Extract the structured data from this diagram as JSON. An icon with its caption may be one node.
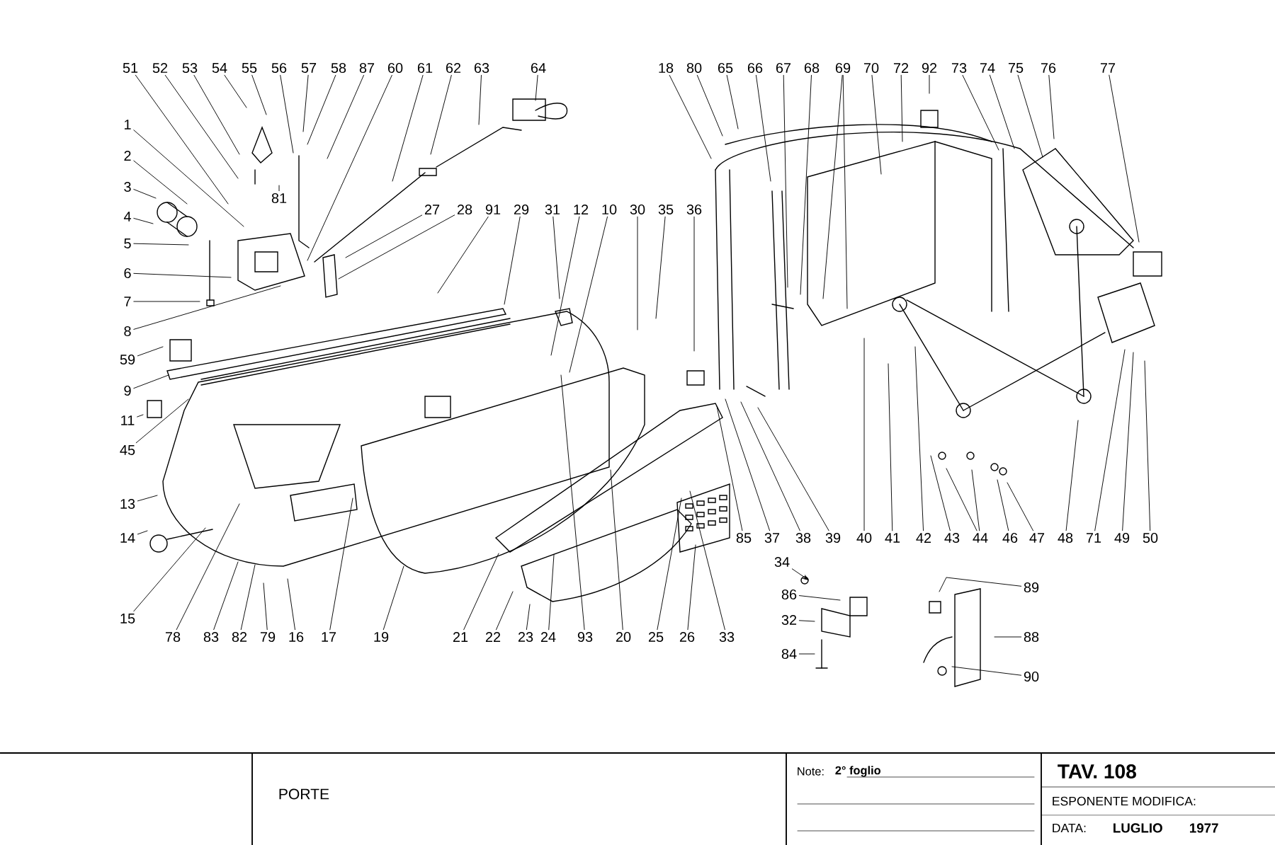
{
  "diagram": {
    "nodes": [
      {
        "text": [
          "51"
        ]
      },
      {
        "text": [
          "52"
        ]
      },
      {
        "text": [
          "53"
        ]
      },
      {
        "text": [
          "54"
        ]
      },
      {
        "text": [
          "55"
        ]
      },
      {
        "text": [
          "56"
        ]
      },
      {
        "text": [
          "57"
        ]
      },
      {
        "text": [
          "58"
        ]
      },
      {
        "text": [
          "87"
        ]
      },
      {
        "text": [
          "60"
        ]
      },
      {
        "text": [
          "61"
        ]
      },
      {
        "text": [
          "62"
        ]
      },
      {
        "text": [
          "63"
        ]
      },
      {
        "text": [
          "64"
        ]
      },
      {
        "text": [
          "81"
        ]
      },
      {
        "text": [
          "1"
        ]
      },
      {
        "text": [
          "2"
        ]
      },
      {
        "text": [
          "3"
        ]
      },
      {
        "text": [
          "4"
        ]
      },
      {
        "text": [
          "5"
        ]
      },
      {
        "text": [
          "6"
        ]
      },
      {
        "text": [
          "7"
        ]
      },
      {
        "text": [
          "8"
        ]
      },
      {
        "text": [
          "59"
        ]
      },
      {
        "text": [
          "9"
        ]
      },
      {
        "text": [
          "11"
        ]
      },
      {
        "text": [
          "45"
        ]
      },
      {
        "text": [
          "13"
        ]
      },
      {
        "text": [
          "14"
        ]
      },
      {
        "text": [
          "15"
        ]
      },
      {
        "text": [
          "27"
        ]
      },
      {
        "text": [
          "28"
        ]
      },
      {
        "text": [
          "91"
        ]
      },
      {
        "text": [
          "29"
        ]
      },
      {
        "text": [
          "31"
        ]
      },
      {
        "text": [
          "12"
        ]
      },
      {
        "text": [
          "10"
        ]
      },
      {
        "text": [
          "30"
        ]
      },
      {
        "text": [
          "35"
        ]
      },
      {
        "text": [
          "36"
        ]
      },
      {
        "text": [
          "18"
        ]
      },
      {
        "text": [
          "80"
        ]
      },
      {
        "text": [
          "65"
        ]
      },
      {
        "text": [
          "66"
        ]
      },
      {
        "text": [
          "67"
        ]
      },
      {
        "text": [
          "68"
        ]
      },
      {
        "text": [
          "69"
        ]
      },
      {
        "text": [
          "70"
        ]
      },
      {
        "text": [
          "72"
        ]
      },
      {
        "text": [
          "92"
        ]
      },
      {
        "text": [
          "73"
        ]
      },
      {
        "text": [
          "74"
        ]
      },
      {
        "text": [
          "75"
        ]
      },
      {
        "text": [
          "76"
        ]
      },
      {
        "text": [
          "77"
        ]
      },
      {
        "text": [
          "78"
        ]
      },
      {
        "text": [
          "83"
        ]
      },
      {
        "text": [
          "82"
        ]
      },
      {
        "text": [
          "79"
        ]
      },
      {
        "text": [
          "16"
        ]
      },
      {
        "text": [
          "17"
        ]
      },
      {
        "text": [
          "19"
        ]
      },
      {
        "text": [
          "21"
        ]
      },
      {
        "text": [
          "22"
        ]
      },
      {
        "text": [
          "23"
        ]
      },
      {
        "text": [
          "24"
        ]
      },
      {
        "text": [
          "93"
        ]
      },
      {
        "text": [
          "20"
        ]
      },
      {
        "text": [
          "25"
        ]
      },
      {
        "text": [
          "26"
        ]
      },
      {
        "text": [
          "33"
        ]
      },
      {
        "text": [
          "85"
        ]
      },
      {
        "text": [
          "37"
        ]
      },
      {
        "text": [
          "38"
        ]
      },
      {
        "text": [
          "39"
        ]
      },
      {
        "text": [
          "40"
        ]
      },
      {
        "text": [
          "41"
        ]
      },
      {
        "text": [
          "42"
        ]
      },
      {
        "text": [
          "43"
        ]
      },
      {
        "text": [
          "44"
        ]
      },
      {
        "text": [
          "46"
        ]
      },
      {
        "text": [
          "47"
        ]
      },
      {
        "text": [
          "48"
        ]
      },
      {
        "text": [
          "71"
        ]
      },
      {
        "text": [
          "49"
        ]
      },
      {
        "text": [
          "50"
        ]
      },
      {
        "text": [
          "34"
        ]
      },
      {
        "text": [
          "86"
        ]
      },
      {
        "text": [
          "32"
        ]
      },
      {
        "text": [
          "84"
        ]
      },
      {
        "text": [
          "89"
        ]
      },
      {
        "text": [
          "88"
        ]
      },
      {
        "text": [
          "90"
        ]
      }
    ],
    "edges": [
      {
        "from": 0,
        "to": null,
        "arrow": "none"
      },
      {
        "from": 1,
        "to": null,
        "arrow": "none"
      },
      {
        "from": 2,
        "to": null,
        "arrow": "none"
      },
      {
        "from": 3,
        "to": null,
        "arrow": "none"
      },
      {
        "from": 4,
        "to": null,
        "arrow": "none"
      },
      {
        "from": 5,
        "to": null,
        "arrow": "none"
      },
      {
        "from": 6,
        "to": null,
        "arrow": "none"
      },
      {
        "from": 7,
        "to": null,
        "arrow": "none"
      },
      {
        "from": 8,
        "to": null,
        "arrow": "none"
      },
      {
        "from": 9,
        "to": null,
        "arrow": "none"
      },
      {
        "from": 10,
        "to": null,
        "arrow": "none"
      },
      {
        "from": 11,
        "to": null,
        "arrow": "none"
      },
      {
        "from": 12,
        "to": null,
        "arrow": "none"
      },
      {
        "from": 13,
        "to": null,
        "arrow": "none"
      },
      {
        "from": 14,
        "to": null,
        "arrow": "none"
      },
      {
        "from": 15,
        "to": null,
        "arrow": "none"
      },
      {
        "from": 16,
        "to": null,
        "arrow": "none"
      },
      {
        "from": 17,
        "to": null,
        "arrow": "none"
      },
      {
        "from": 18,
        "to": null,
        "arrow": "none"
      },
      {
        "from": 19,
        "to": null,
        "arrow": "none"
      },
      {
        "from": 20,
        "to": null,
        "arrow": "none"
      },
      {
        "from": 21,
        "to": null,
        "arrow": "none"
      },
      {
        "from": 22,
        "to": null,
        "arrow": "none"
      },
      {
        "from": 23,
        "to": null,
        "arrow": "none"
      },
      {
        "from": 24,
        "to": null,
        "arrow": "none"
      },
      {
        "from": 25,
        "to": null,
        "arrow": "none"
      },
      {
        "from": 26,
        "to": null,
        "arrow": "none"
      },
      {
        "from": 27,
        "to": null,
        "arrow": "none"
      },
      {
        "from": 28,
        "to": null,
        "arrow": "none"
      },
      {
        "from": 29,
        "to": null,
        "arrow": "none"
      },
      {
        "from": 30,
        "to": null,
        "arrow": "none"
      },
      {
        "from": 31,
        "to": null,
        "arrow": "none"
      },
      {
        "from": 32,
        "to": null,
        "arrow": "none"
      },
      {
        "from": 33,
        "to": null,
        "arrow": "none"
      },
      {
        "from": 34,
        "to": null,
        "arrow": "none"
      },
      {
        "from": 35,
        "to": null,
        "arrow": "none"
      },
      {
        "from": 36,
        "to": null,
        "arrow": "none"
      },
      {
        "from": 37,
        "to": null,
        "arrow": "none"
      },
      {
        "from": 38,
        "to": null,
        "arrow": "none"
      },
      {
        "from": 39,
        "to": null,
        "arrow": "none"
      },
      {
        "from": 40,
        "to": null,
        "arrow": "none"
      },
      {
        "from": 41,
        "to": null,
        "arrow": "none"
      },
      {
        "from": 42,
        "to": null,
        "arrow": "none"
      },
      {
        "from": 43,
        "to": null,
        "arrow": "none"
      },
      {
        "from": 44,
        "to": null,
        "arrow": "none"
      },
      {
        "from": 45,
        "to": null,
        "arrow": "none"
      },
      {
        "from": 46,
        "to": null,
        "arrow": "none"
      },
      {
        "from": 46,
        "to": null,
        "arrow": "none"
      },
      {
        "from": 47,
        "to": null,
        "arrow": "none"
      },
      {
        "from": 48,
        "to": null,
        "arrow": "none"
      },
      {
        "from": 49,
        "to": null,
        "arrow": "none"
      },
      {
        "from": 50,
        "to": null,
        "arrow": "none"
      },
      {
        "from": 51,
        "to": null,
        "arrow": "none"
      },
      {
        "from": 52,
        "to": null,
        "arrow": "none"
      },
      {
        "from": 53,
        "to": null,
        "arrow": "none"
      },
      {
        "from": 54,
        "to": null,
        "arrow": "none"
      },
      {
        "from": 55,
        "to": null,
        "arrow": "none"
      },
      {
        "from": 56,
        "to": null,
        "arrow": "none"
      },
      {
        "from": 57,
        "to": null,
        "arrow": "none"
      },
      {
        "from": 58,
        "to": null,
        "arrow": "none"
      },
      {
        "from": 59,
        "to": null,
        "arrow": "none"
      },
      {
        "from": 60,
        "to": null,
        "arrow": "none"
      },
      {
        "from": 61,
        "to": null,
        "arrow": "none"
      },
      {
        "from": 62,
        "to": null,
        "arrow": "none"
      },
      {
        "from": 63,
        "to": null,
        "arrow": "none"
      },
      {
        "from": 64,
        "to": null,
        "arrow": "none"
      },
      {
        "from": 65,
        "to": null,
        "arrow": "none"
      },
      {
        "from": 66,
        "to": null,
        "arrow": "none"
      },
      {
        "from": 67,
        "to": null,
        "arrow": "none"
      },
      {
        "from": 68,
        "to": null,
        "arrow": "none"
      },
      {
        "from": 69,
        "to": null,
        "arrow": "none"
      },
      {
        "from": 70,
        "to": null,
        "arrow": "none"
      },
      {
        "from": 71,
        "to": null,
        "arrow": "none"
      },
      {
        "from": 72,
        "to": null,
        "arrow": "none"
      },
      {
        "from": 73,
        "to": null,
        "arrow": "none"
      },
      {
        "from": 74,
        "to": null,
        "arrow": "none"
      },
      {
        "from": 75,
        "to": null,
        "arrow": "none"
      },
      {
        "from": 76,
        "to": null,
        "arrow": "none"
      },
      {
        "from": 77,
        "to": null,
        "arrow": "none"
      },
      {
        "from": 78,
        "to": null,
        "arrow": "none"
      },
      {
        "from": 79,
        "to": null,
        "arrow": "none"
      },
      {
        "from": 79,
        "to": null,
        "arrow": "none"
      },
      {
        "from": 80,
        "to": null,
        "arrow": "none"
      },
      {
        "from": 81,
        "to": null,
        "arrow": "none"
      },
      {
        "from": 82,
        "to": null,
        "arrow": "none"
      },
      {
        "from": 83,
        "to": null,
        "arrow": "none"
      },
      {
        "from": 84,
        "to": null,
        "arrow": "none"
      },
      {
        "from": 85,
        "to": null,
        "arrow": "none"
      },
      {
        "from": 86,
        "to": null,
        "arrow": "to"
      },
      {
        "from": 87,
        "to": null,
        "arrow": "none"
      },
      {
        "from": 88,
        "to": null,
        "arrow": "none"
      },
      {
        "from": 89,
        "to": null,
        "arrow": "none"
      },
      {
        "from": 90,
        "to": null,
        "arrow": "none"
      },
      {
        "from": 91,
        "to": null,
        "arrow": "none"
      },
      {
        "from": 92,
        "to": null,
        "arrow": "none"
      }
    ],
    "labels": [
      "PORTE",
      "Note:",
      "2° foglio",
      "TAV. 108",
      "ESPONENTE MODIFICA:",
      "DATA:",
      "LUGLIO",
      "1977"
    ]
  }
}
